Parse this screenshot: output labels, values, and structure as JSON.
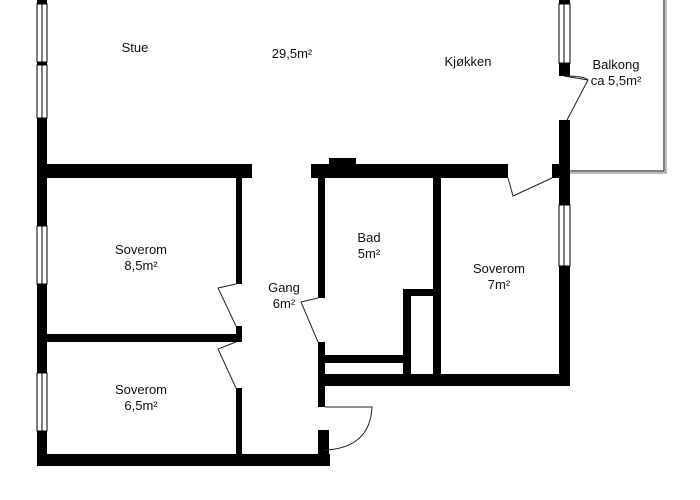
{
  "floorplan": {
    "rooms": [
      {
        "id": "stue",
        "name": "Stue",
        "area": ""
      },
      {
        "id": "stue-kjokken-area",
        "name": "",
        "area": "29,5m²"
      },
      {
        "id": "kjokken",
        "name": "Kjøkken",
        "area": ""
      },
      {
        "id": "balkong",
        "name": "Balkong",
        "area": "ca 5,5m²"
      },
      {
        "id": "soverom-1",
        "name": "Soverom",
        "area": "8,5m²"
      },
      {
        "id": "gang",
        "name": "Gang",
        "area": "6m²"
      },
      {
        "id": "bad",
        "name": "Bad",
        "area": "5m²"
      },
      {
        "id": "soverom-2",
        "name": "Soverom",
        "area": "7m²"
      },
      {
        "id": "soverom-3",
        "name": "Soverom",
        "area": "6,5m²"
      }
    ],
    "colors": {
      "wall": "#000000",
      "background": "#ffffff",
      "window": "#ffffff",
      "door_line": "#222222"
    }
  }
}
